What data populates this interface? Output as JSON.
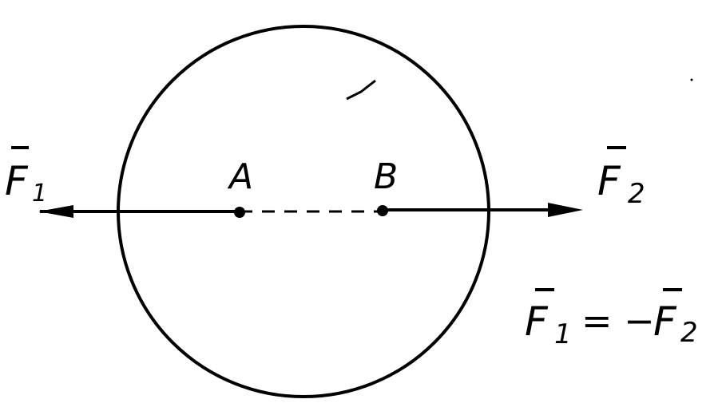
{
  "diagram": {
    "points": {
      "a": "A",
      "b": "B"
    },
    "forces": {
      "f1_letter": "F",
      "f1_sub": "1",
      "f2_letter": "F",
      "f2_sub": "2"
    },
    "equation": {
      "lhs_letter": "F",
      "lhs_sub": "1",
      "operator": "= −",
      "rhs_letter": "F",
      "rhs_sub": "2"
    },
    "colors": {
      "ink": "#000000",
      "background": "#ffffff"
    }
  }
}
